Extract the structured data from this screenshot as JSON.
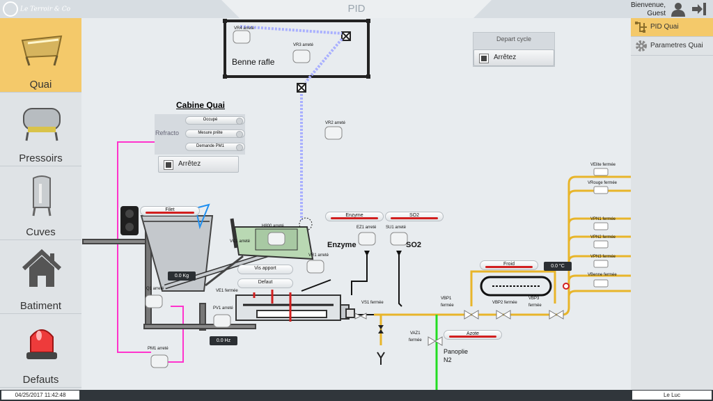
{
  "header": {
    "logo_text": "Le Terroir & Co",
    "page_title": "PID",
    "welcome": "Bienvenue,",
    "user_name": "Guest"
  },
  "left_nav": [
    {
      "label": "Quai",
      "icon": "receiving-hopper-icon",
      "active": true
    },
    {
      "label": "Pressoirs",
      "icon": "wine-press-icon",
      "active": false
    },
    {
      "label": "Cuves",
      "icon": "tank-icon",
      "active": false
    },
    {
      "label": "Batiment",
      "icon": "house-icon",
      "active": false
    },
    {
      "label": "Defauts",
      "icon": "alarm-beacon-icon",
      "active": false
    }
  ],
  "right_nav": [
    {
      "label": "PID Quai",
      "icon": "pid-icon",
      "active": true
    },
    {
      "label": "Parametres Quai",
      "icon": "gear-icon",
      "active": false
    }
  ],
  "footer": {
    "datetime": "04/25/2017 11:42:48",
    "site": "Le Luc"
  },
  "pid": {
    "benne_title": "Benne rafle",
    "vr4": "VR4 arreté",
    "vr3": "VR3 arreté",
    "vr2": "VR2 arreté",
    "depart_cycle_title": "Depart cycle",
    "depart_cycle_button": "Arrêtez",
    "cabine": {
      "title": "Cabine Quai",
      "refracto_label": "Refracto",
      "rows": [
        "Occupé",
        "Mesure prête",
        "Demande PM1"
      ],
      "stop_button": "Arrêtez"
    },
    "filet_label": "Filet",
    "weight_value": "0.0 Kg",
    "h800": "H800 arreté",
    "vc_label": "VC1 arreté",
    "vr1": "VR1 arreté",
    "vis_apport": "Vis apport",
    "defaut": "Defaut",
    "q1": "Q1 arreté",
    "ve1": "VE1 fermée",
    "pv1": "PV1 arreté",
    "freq_value": "0.0 Hz",
    "pm1": "PM1 arreté",
    "enzyme_pill": "Enzyme",
    "so2_pill": "SO2",
    "ez1": "EZ1 arreté",
    "su1": "SU1 arreté",
    "enzyme_big": "Enzyme",
    "so2_big": "SO2",
    "vs1": "VS1 fermée",
    "froid_label": "Froid",
    "temp_value": "0.0 °C",
    "vbp1_a": "VBP1",
    "vbp1_b": "fermée",
    "vbp2": "VBP2 fermée",
    "vbp3_a": "VBP3",
    "vbp3_b": "fermée",
    "vaz1_a": "VAZ1",
    "vaz1_b": "fermée",
    "azote_label": "Azote",
    "panoplie_a": "Panoplie",
    "panoplie_b": "N2",
    "right_valves": [
      "VElite fermée",
      "VRouge fermée",
      "VPN1 fermée",
      "VPN2 fermée",
      "VPN3 fermée",
      "VBenne fermée"
    ]
  },
  "colors": {
    "accent": "#f4c96a",
    "status_bar": "#d21f1f",
    "pipe_yellow": "#e8b52a",
    "pipe_magenta": "#ff33cc",
    "pipe_green": "#22dd22",
    "screw_blue": "#a9b0ff",
    "machine_green": "#b9d8b3"
  }
}
